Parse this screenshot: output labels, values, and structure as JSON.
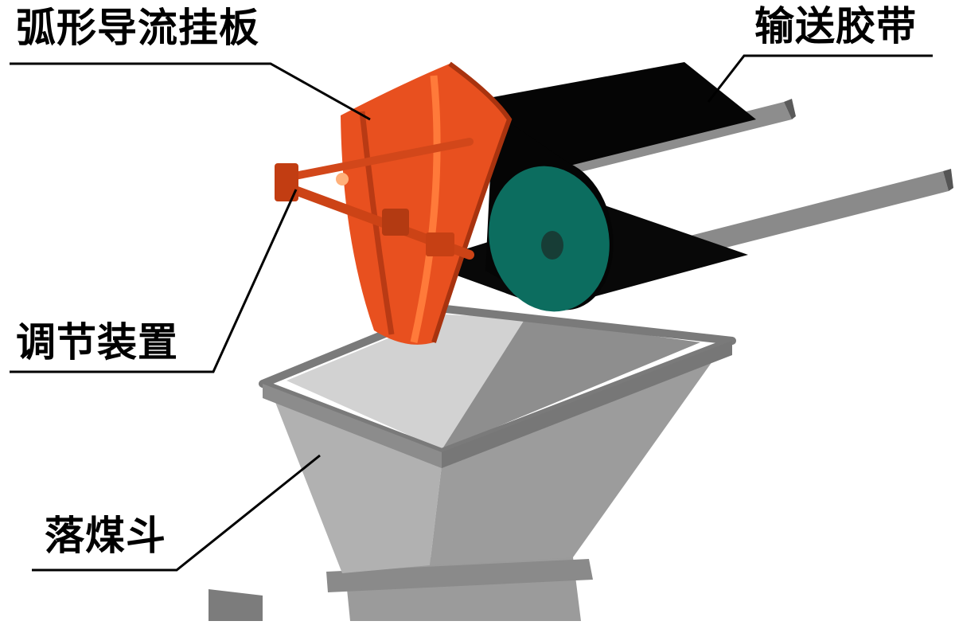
{
  "labels": {
    "deflector": "弧形导流挂板",
    "belt": "输送胶带",
    "adjuster": "调节装置",
    "hopper": "落煤斗"
  },
  "colors": {
    "deflector_orange": "#e8501f",
    "deflector_dark": "#b93a14",
    "belt_black": "#050505",
    "pulley_teal": "#0c6d5f",
    "frame_gray": "#8d8d8d",
    "hopper_gray": "#a9a9a9",
    "hopper_light": "#cfcfcf",
    "hopper_dark": "#7d7d7d"
  }
}
